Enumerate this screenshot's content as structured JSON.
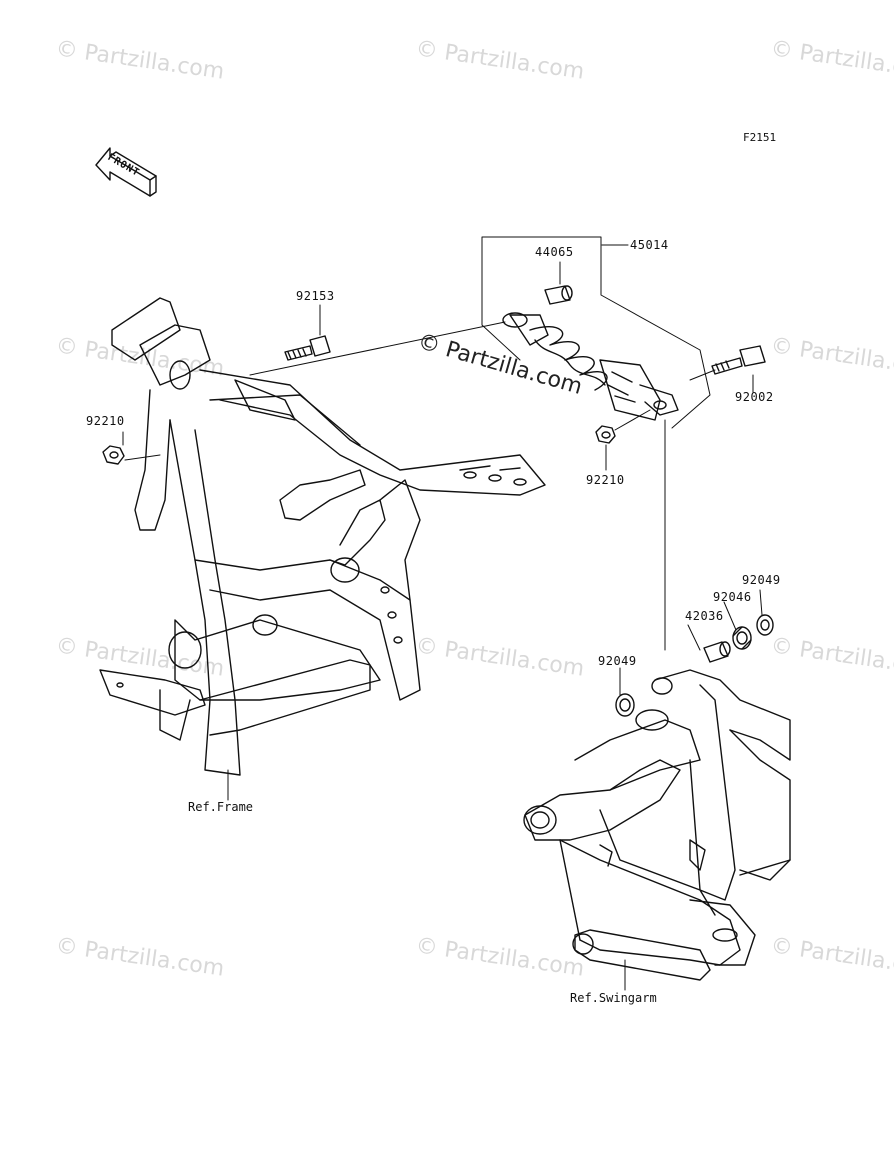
{
  "figure_code": "F2151",
  "front_label": "FRONT",
  "watermark": "© Partzilla.com",
  "parts": {
    "p44065": "44065",
    "p45014": "45014",
    "p92153": "92153",
    "p92002": "92002",
    "p92210_left": "92210",
    "p92210_right": "92210",
    "p92049_top": "92049",
    "p92046": "92046",
    "p42036": "42036",
    "p92049_left": "92049"
  },
  "refs": {
    "frame": "Ref.Frame",
    "swingarm": "Ref.Swingarm"
  }
}
